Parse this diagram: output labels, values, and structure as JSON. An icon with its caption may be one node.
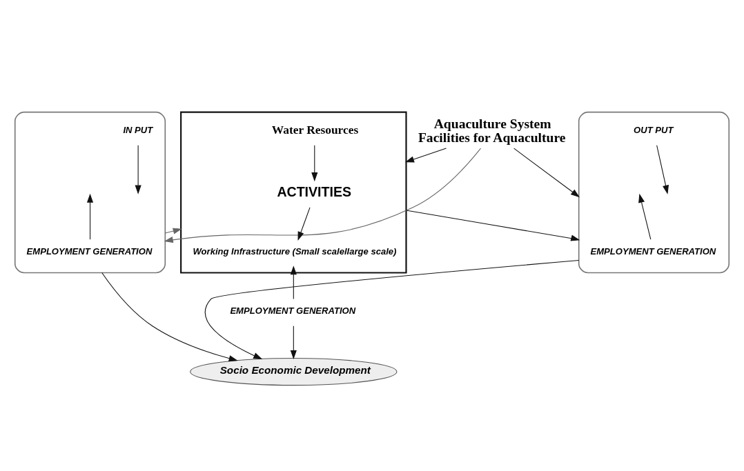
{
  "diagram": {
    "nodes": [
      {
        "text": [
          "Aquaculture System",
          "Facilities for Aquaculture"
        ]
      },
      {
        "text": [],
        "shape": "triangle"
      },
      {
        "text": [
          "IN PUT"
        ],
        "in": 1
      },
      {
        "text": [
          "EMPLOYMENT GENERATION"
        ],
        "in": 1
      },
      {
        "text": [],
        "shape": "box"
      },
      {
        "text": [
          "Water Resources"
        ],
        "in": 4
      },
      {
        "text": [
          "ACTIVITIES"
        ],
        "in": 4
      },
      {
        "text": [
          "Working Infrastructure (Small scalellarge scale)"
        ],
        "in": 4
      },
      {
        "text": [],
        "shape": "triangle"
      },
      {
        "text": [
          "OUT PUT"
        ],
        "in": 8
      },
      {
        "text": [
          "EMPLOYMENT GENERATION"
        ],
        "in": 8
      },
      {
        "text": [
          "EMPLOYMENT GENERATION"
        ]
      },
      {
        "text": [
          "Socio Economic Development"
        ]
      }
    ],
    "edges": [
      {
        "from": 0,
        "to": 1,
        "arrow": "to",
        "color": "#666666"
      },
      {
        "from": 0,
        "to": 8,
        "arrow": "to"
      },
      {
        "from": 0,
        "to": 4,
        "arrow": "to"
      },
      {
        "from": 2,
        "to": null,
        "arrow": "to"
      },
      {
        "from": 3,
        "to": null,
        "arrow": "to"
      },
      {
        "from": 1,
        "to": 4,
        "arrow": "to",
        "color": "#666666"
      },
      {
        "from": 5,
        "to": 6,
        "arrow": "to"
      },
      {
        "from": 6,
        "to": 7,
        "arrow": "to"
      },
      {
        "from": 11,
        "to": 7,
        "arrow": "to"
      },
      {
        "from": 4,
        "to": 8,
        "arrow": "to"
      },
      {
        "from": 9,
        "to": null,
        "arrow": "to"
      },
      {
        "from": 10,
        "to": null,
        "arrow": "to"
      },
      {
        "from": 11,
        "to": 12,
        "arrow": "to"
      },
      {
        "from": 1,
        "to": 12,
        "arrow": "to"
      },
      {
        "from": 8,
        "to": 12,
        "arrow": "to"
      }
    ]
  }
}
